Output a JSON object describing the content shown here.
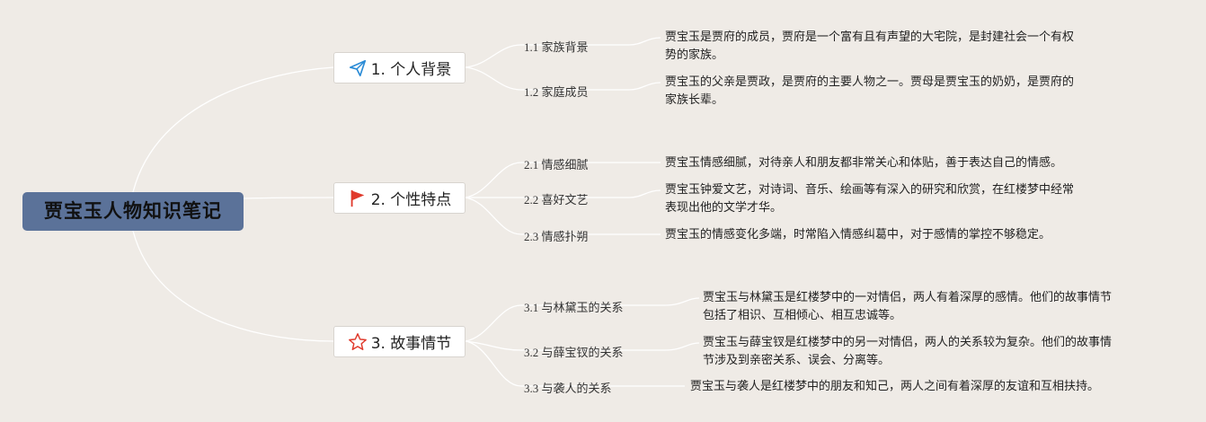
{
  "root": {
    "title": "贾宝玉人物知识笔记"
  },
  "colors": {
    "background": "#efebe6",
    "root_fill": "#5b7299",
    "line": "#ffffff",
    "flag": "#e03a2c",
    "star": "#e03a2c",
    "plane": "#2a8bd6"
  },
  "branches": [
    {
      "label": "1. 个人背景",
      "icon": "paper-plane-icon",
      "subs": [
        {
          "label": "1.1 家族背景",
          "text": [
            "贾宝玉是贾府的成员，贾府是一个富有且有声望的大宅院，是封建社会一个有权",
            "势的家族。"
          ]
        },
        {
          "label": "1.2 家庭成员",
          "text": [
            "贾宝玉的父亲是贾政，是贾府的主要人物之一。贾母是贾宝玉的奶奶，是贾府的",
            "家族长辈。"
          ]
        }
      ]
    },
    {
      "label": "2. 个性特点",
      "icon": "flag-icon",
      "subs": [
        {
          "label": "2.1 情感细腻",
          "text": [
            "贾宝玉情感细腻，对待亲人和朋友都非常关心和体贴，善于表达自己的情感。"
          ]
        },
        {
          "label": "2.2 喜好文艺",
          "text": [
            "贾宝玉钟爱文艺，对诗词、音乐、绘画等有深入的研究和欣赏，在红楼梦中经常",
            "表现出他的文学才华。"
          ]
        },
        {
          "label": "2.3 情感扑朔",
          "text": [
            "贾宝玉的情感变化多端，时常陷入情感纠葛中，对于感情的掌控不够稳定。"
          ]
        }
      ]
    },
    {
      "label": "3. 故事情节",
      "icon": "star-icon",
      "subs": [
        {
          "label": "3.1 与林黛玉的关系",
          "text": [
            "贾宝玉与林黛玉是红楼梦中的一对情侣，两人有着深厚的感情。他们的故事情节",
            "包括了相识、互相倾心、相互忠诚等。"
          ]
        },
        {
          "label": "3.2 与薛宝钗的关系",
          "text": [
            "贾宝玉与薛宝钗是红楼梦中的另一对情侣，两人的关系较为复杂。他们的故事情",
            "节涉及到亲密关系、误会、分离等。"
          ]
        },
        {
          "label": "3.3 与袭人的关系",
          "text": [
            "贾宝玉与袭人是红楼梦中的朋友和知己，两人之间有着深厚的友谊和互相扶持。"
          ]
        }
      ]
    }
  ]
}
